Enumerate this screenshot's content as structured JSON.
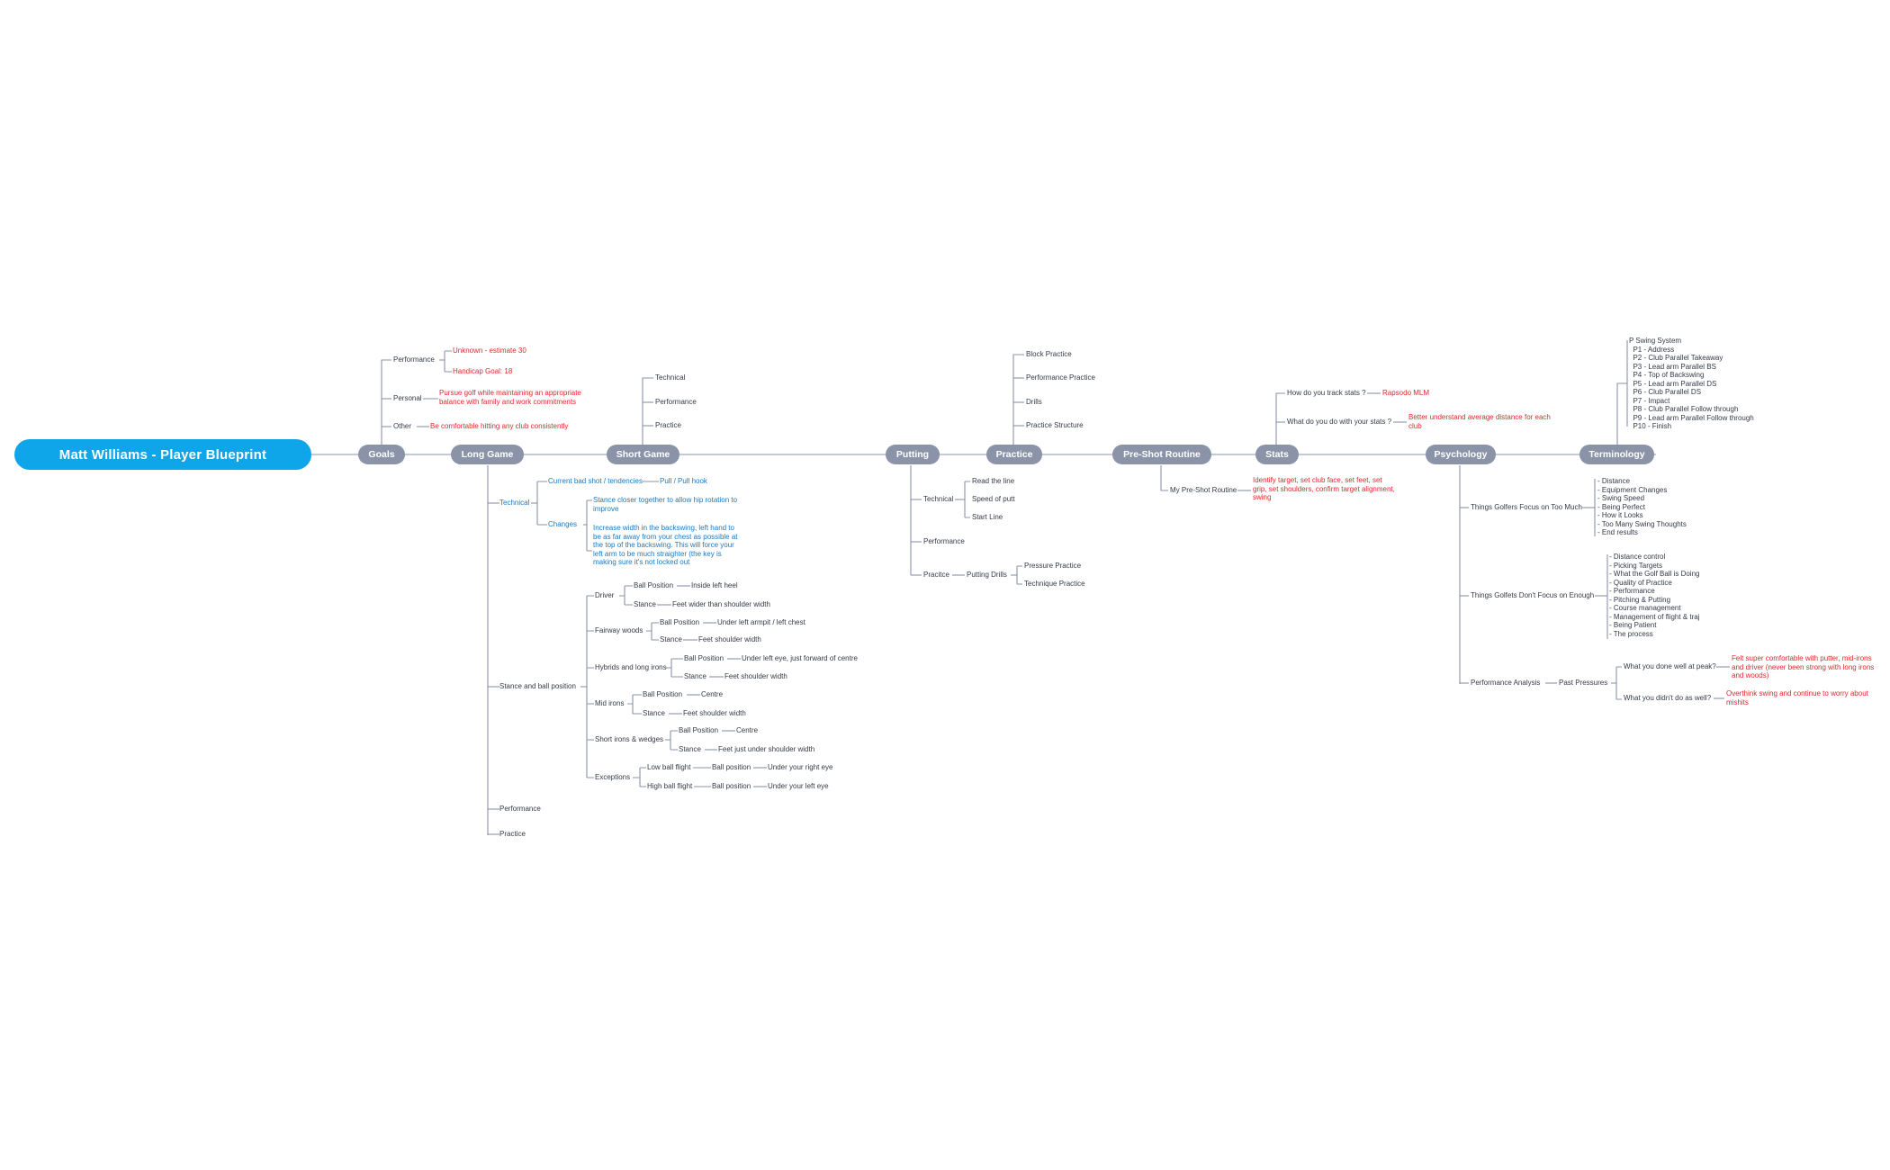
{
  "root": "Matt Williams - Player Blueprint",
  "branches": {
    "goals": "Goals",
    "long_game": "Long Game",
    "short_game": "Short Game",
    "putting": "Putting",
    "practice": "Practice",
    "pre_shot": "Pre-Shot Routine",
    "stats": "Stats",
    "psychology": "Psychology",
    "terminology": "Terminology"
  },
  "goals": {
    "performance": "Performance",
    "perf_1": "Unknown - estimate 30",
    "perf_2": "Handicap Goal: 18",
    "personal": "Personal",
    "personal_note": "Pursue golf while maintaining an appropriate balance with family and work commitments",
    "other": "Other",
    "other_note": "Be comfortable hitting any club consistently"
  },
  "long_game": {
    "technical": "Technical",
    "bad_shot": "Current bad shot / tendencies",
    "bad_shot_value": "Pull / Pull hook",
    "changes": "Changes",
    "change_1": "Stance closer together to allow hip rotation to improve",
    "change_2": "Increase width in the backswing, left hand to be as far away from your chest as possible at the top of the backswing. This will force your left arm to be much straighter (the key is making sure it's not locked out",
    "stance_ball": "Stance and ball position",
    "driver": "Driver",
    "driver_ball_label": "Ball Position",
    "driver_ball": "Inside left heel",
    "driver_stance_label": "Stance",
    "driver_stance": "Feet wider than shoulder width",
    "fairway": "Fairway woods",
    "fairway_ball_label": "Ball Position",
    "fairway_ball": "Under left armpit / left chest",
    "fairway_stance_label": "Stance",
    "fairway_stance": "Feet shoulder width",
    "hybrids": "Hybrids and long irons",
    "hybrids_ball_label": "Ball Position",
    "hybrids_ball": "Under left eye, just forward of centre",
    "hybrids_stance_label": "Stance",
    "hybrids_stance": "Feet shoulder width",
    "mid_irons": "Mid irons",
    "mid_ball_label": "Ball Position",
    "mid_ball": "Centre",
    "mid_stance_label": "Stance",
    "mid_stance": "Feet shoulder width",
    "short_irons": "Short irons & wedges",
    "short_ball_label": "Ball Position",
    "short_ball": "Centre",
    "short_stance_label": "Stance",
    "short_stance": "Feet just under shoulder width",
    "exceptions": "Exceptions",
    "low_flight": "Low ball flight",
    "low_ball_label": "Ball position",
    "low_ball": "Under your right eye",
    "high_flight": "High ball flight",
    "high_ball_label": "Ball position",
    "high_ball": "Under your left eye",
    "performance": "Performance",
    "practice": "Practice"
  },
  "short_game": {
    "technical": "Technical",
    "performance": "Performance",
    "practice": "Practice"
  },
  "putting": {
    "technical": "Technical",
    "read_line": "Read the line",
    "speed": "Speed of putt",
    "start_line": "Start Line",
    "performance": "Performance",
    "practice": "Pracitce",
    "drills": "Putting Drills",
    "pressure": "Pressure Practice",
    "technique": "Technique Practice"
  },
  "practice": {
    "block": "Block Practice",
    "performance": "Performance Practice",
    "drills": "Drills",
    "structure": "Practice Structure"
  },
  "pre_shot": {
    "routine": "My Pre-Shot Routine",
    "routine_note": "Identify target, set club face, set feet, set grip, set shoulders, confirm target alignment, swing"
  },
  "stats": {
    "track_q": "How do you track stats ?",
    "track_a": "Rapsodo MLM",
    "do_q": "What do you do with your stats ?",
    "do_a": "Better understand average distance for each club"
  },
  "psychology": {
    "too_much": "Things Golfers Focus on Too Much",
    "too_much_list": "- Distance\n- Equipment Changes\n- Swing Speed\n- Being Perfect\n- How it Looks\n- Too Many Swing Thoughts\n- End results",
    "not_enough": "Things Golfets Don't Focus on Enough",
    "not_enough_list": "- Distance control\n- Picking Targets\n- What the Golf Ball is Doing\n- Quality of Practice\n- Performance\n- Pitching & Putting\n- Course management\n- Management of flight & traj\n- Being Patient\n- The process",
    "analysis": "Performance Analysis",
    "past": "Past Pressures",
    "peak_q": "What you done well at peak?",
    "peak_a": "Felt super comfortable with putter, mid-irons and driver (never been strong with long irons and woods)",
    "didnt_q": "What you didn't do as well?",
    "didnt_a": "Overthink swing and continue to worry about mishits"
  },
  "terminology": {
    "list": "P Swing System\n  P1 - Address\n  P2 - Club Parallel Takeaway\n  P3 - Lead arm Parallel BS\n  P4 - Top of Backswing\n  P5 - Lead arm Parallel DS\n  P6 - Club Parallel DS\n  P7 - Impact\n  P8 - Club Parallel Follow through\n  P9 - Lead arm Parallel Follow through\n  P10 - Finish"
  }
}
